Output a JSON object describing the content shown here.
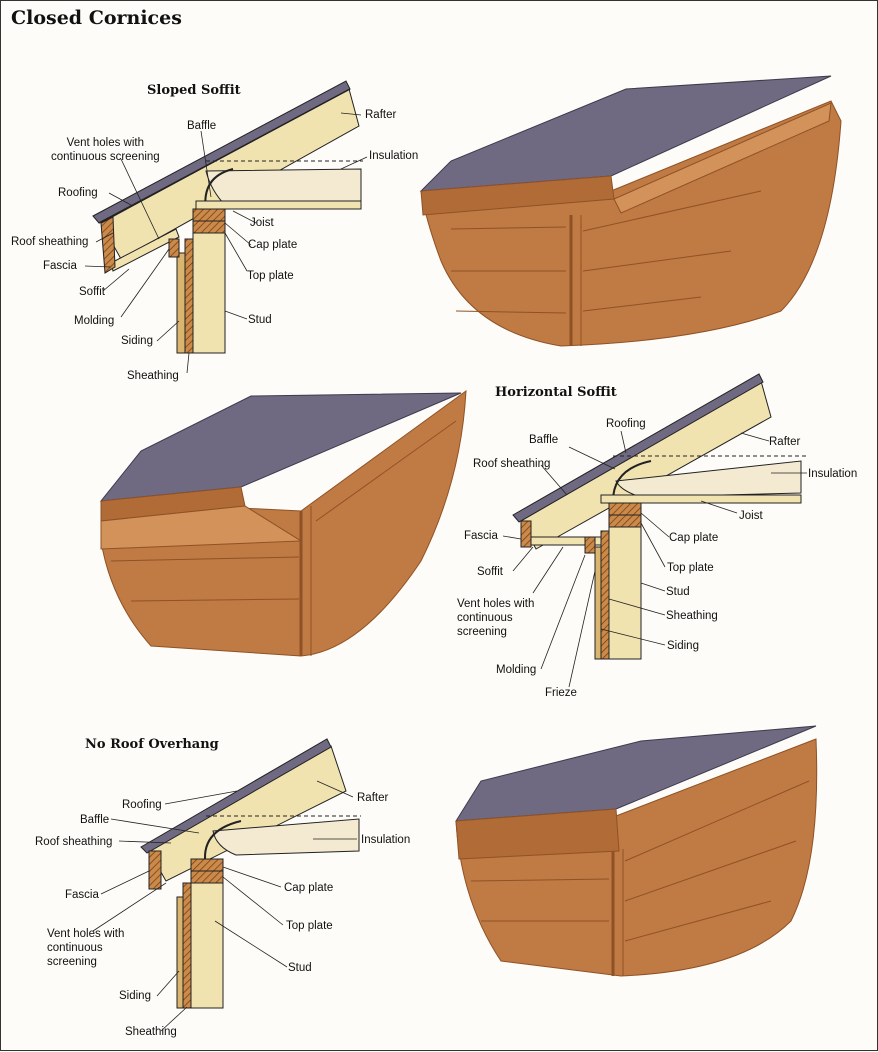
{
  "title": "Closed Cornices",
  "sections": {
    "sloped": {
      "title": "Sloped Soffit",
      "labels": {
        "rafter": "Rafter",
        "baffle": "Baffle",
        "vent": "Vent holes with\ncontinuous screening",
        "insulation": "Insulation",
        "roofing": "Roofing",
        "joist": "Joist",
        "roof_sheathing": "Roof sheathing",
        "cap_plate": "Cap plate",
        "fascia": "Fascia",
        "top_plate": "Top plate",
        "soffit": "Soffit",
        "molding": "Molding",
        "stud": "Stud",
        "siding": "Siding",
        "sheathing": "Sheathing"
      }
    },
    "horizontal": {
      "title": "Horizontal Soffit",
      "labels": {
        "roofing": "Roofing",
        "baffle": "Baffle",
        "rafter": "Rafter",
        "roof_sheathing": "Roof sheathing",
        "insulation": "Insulation",
        "joist": "Joist",
        "fascia": "Fascia",
        "cap_plate": "Cap plate",
        "top_plate": "Top plate",
        "soffit": "Soffit",
        "stud": "Stud",
        "vent": "Vent holes with\ncontinuous\nscreening",
        "sheathing": "Sheathing",
        "siding": "Siding",
        "molding": "Molding",
        "frieze": "Frieze"
      }
    },
    "none": {
      "title": "No Roof Overhang",
      "labels": {
        "roofing": "Roofing",
        "rafter": "Rafter",
        "baffle": "Baffle",
        "roof_sheathing": "Roof sheathing",
        "insulation": "Insulation",
        "fascia": "Fascia",
        "cap_plate": "Cap plate",
        "vent": "Vent holes with\ncontinuous\nscreening",
        "top_plate": "Top plate",
        "stud": "Stud",
        "siding": "Siding",
        "sheathing": "Sheathing"
      }
    }
  },
  "colors": {
    "wood": "#f1e3b0",
    "wood_dark": "#d9b56f",
    "shingle": "#6f6a82",
    "shingle_line": "#3d3a4c",
    "exterior": "#c07a43",
    "exterior_dark": "#8f5226",
    "hatch": "#b36a32",
    "insulation": "#f4ead2",
    "line": "#222222"
  }
}
